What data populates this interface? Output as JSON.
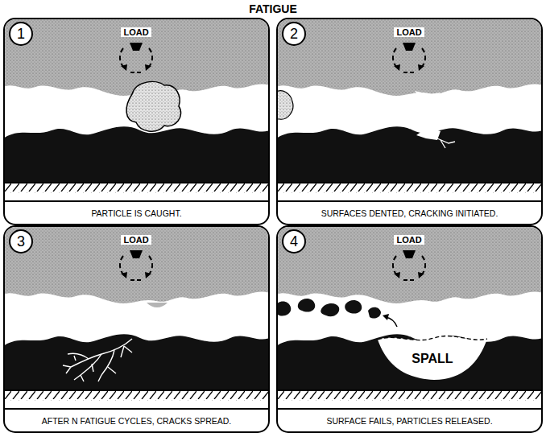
{
  "diagram": {
    "title": "FATIGUE",
    "nodes": [
      {
        "text": [
          "1",
          "LOAD",
          "PARTICLE IS CAUGHT."
        ]
      },
      {
        "text": [
          "2",
          "LOAD",
          "SURFACES DENTED, CRACKING INITIATED."
        ]
      },
      {
        "text": [
          "3",
          "LOAD",
          "AFTER N FATIGUE CYCLES, CRACKS SPREAD."
        ]
      },
      {
        "text": [
          "4",
          "LOAD",
          "SPALL",
          "SURFACE FAILS, PARTICLES RELEASED."
        ]
      }
    ]
  }
}
